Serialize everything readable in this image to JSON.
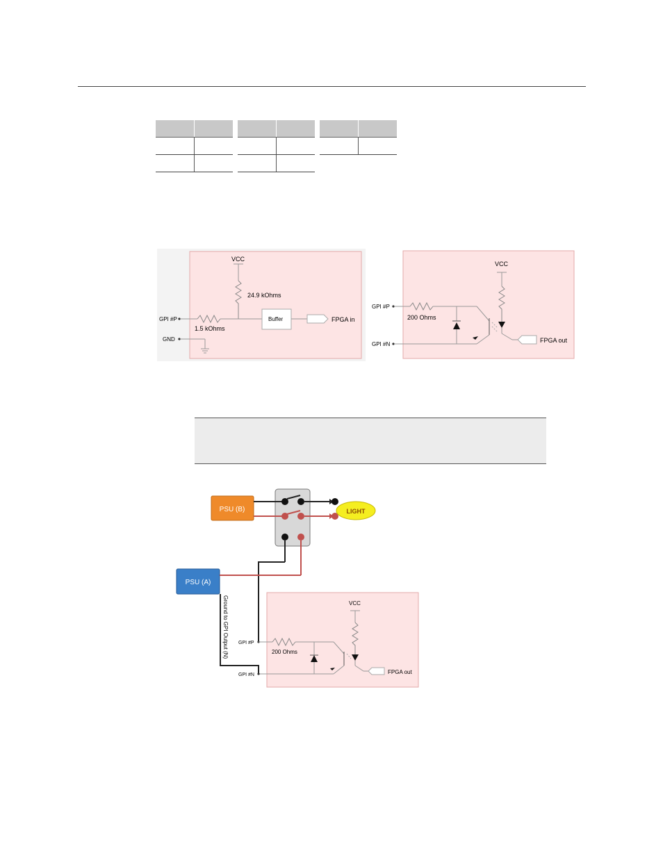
{
  "diagram_input": {
    "vcc": "VCC",
    "r_pullup": "24.9 kOhms",
    "r_series": "1.5 kOhms",
    "buffer": "Buffer",
    "fpga_in": "FPGA in",
    "gpi_p": "GPI #P",
    "gnd": "GND"
  },
  "diagram_output": {
    "vcc": "VCC",
    "gpi_p": "GPI #P",
    "gpi_n": "GPI #N",
    "resistor": "200 Ohms",
    "fpga_out": "FPGA out"
  },
  "diagram_example": {
    "psu_b": "PSU (B)",
    "psu_a": "PSU (A)",
    "light": "LIGHT",
    "ground_label": "Ground to GPI Output (N)",
    "vcc": "VCC",
    "gpi_p": "GPI #P",
    "gpi_n": "GPI #N",
    "resistor": "200 Ohms",
    "fpga_out": "FPGA out"
  },
  "colors": {
    "panel_fill": "#fde4e4",
    "panel_border": "#e3aaaa",
    "psu_b": "#ef8a2a",
    "psu_a": "#3a7fc8",
    "light": "#f5ee20",
    "wire_red": "#c0504d"
  }
}
